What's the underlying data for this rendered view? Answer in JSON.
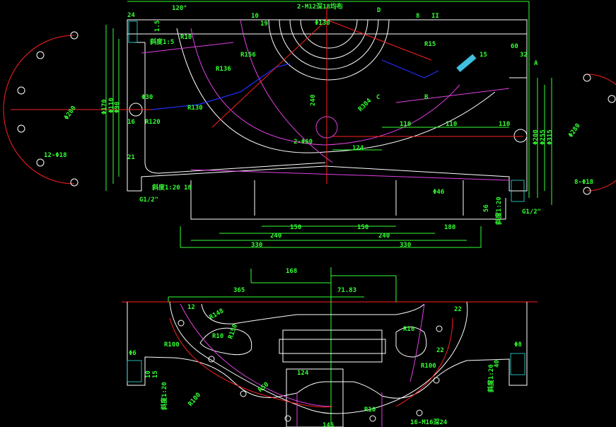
{
  "colors": {
    "background": "#000000",
    "outline": "#ffffff",
    "dimension": "#33ff33",
    "center": "#ff2020",
    "hidden": "#e040e0",
    "section": "#2030ff"
  },
  "top_view": {
    "labels": [
      "24",
      "120°",
      "2-M12深18均布",
      "D",
      "10",
      "19",
      "8",
      "II",
      "斜度1:5",
      "R10",
      "R156",
      "R136",
      "Φ130",
      "Φ280",
      "12-Φ18",
      "Φ170",
      "Φ110",
      "Φ90",
      "Φ30",
      "R130",
      "R120",
      "240",
      "R304",
      "2-Φ60",
      "110",
      "110",
      "110",
      "124",
      "Φ46",
      "150",
      "150",
      "240",
      "240",
      "330",
      "330",
      "180",
      "56",
      "斜度1:20",
      "G1/2\"",
      "Φ315",
      "Φ255",
      "Φ200",
      "Φ280",
      "8-Φ18",
      "15",
      "60",
      "32",
      "G1/2\"",
      "斜度1:20",
      "R15",
      "1.5",
      "16",
      "21",
      "18",
      "C",
      "B",
      "A"
    ]
  },
  "bottom_view": {
    "labels": [
      "168",
      "365",
      "71.83",
      "R148",
      "R10",
      "R150",
      "R100",
      "R100",
      "R10",
      "124",
      "145",
      "16-M16深24",
      "Φ6",
      "Φ8",
      "斜度1:20",
      "斜度1:20",
      "R100",
      "R10",
      "R50",
      "40",
      "15",
      "10",
      "12",
      "22",
      "22"
    ]
  }
}
